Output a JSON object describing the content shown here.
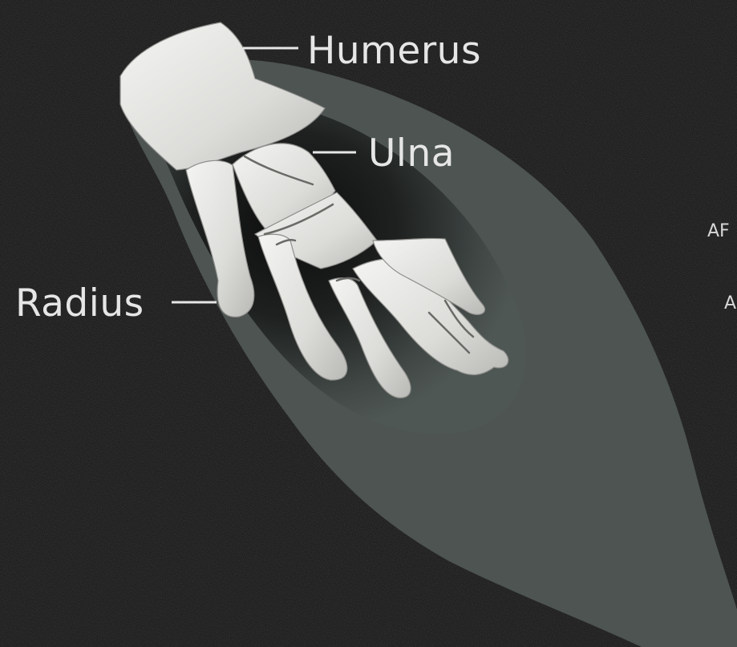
{
  "labels": {
    "humerus": "Humerus",
    "ulna": "Ulna",
    "radius": "Radius"
  },
  "edge_text": {
    "line1": "AF",
    "line2": "A"
  },
  "colors": {
    "background": "#1c1c1c",
    "flipper_outline": "#4d5452",
    "bone": "#e8e8e6",
    "label_text": "#e6e6e6"
  }
}
